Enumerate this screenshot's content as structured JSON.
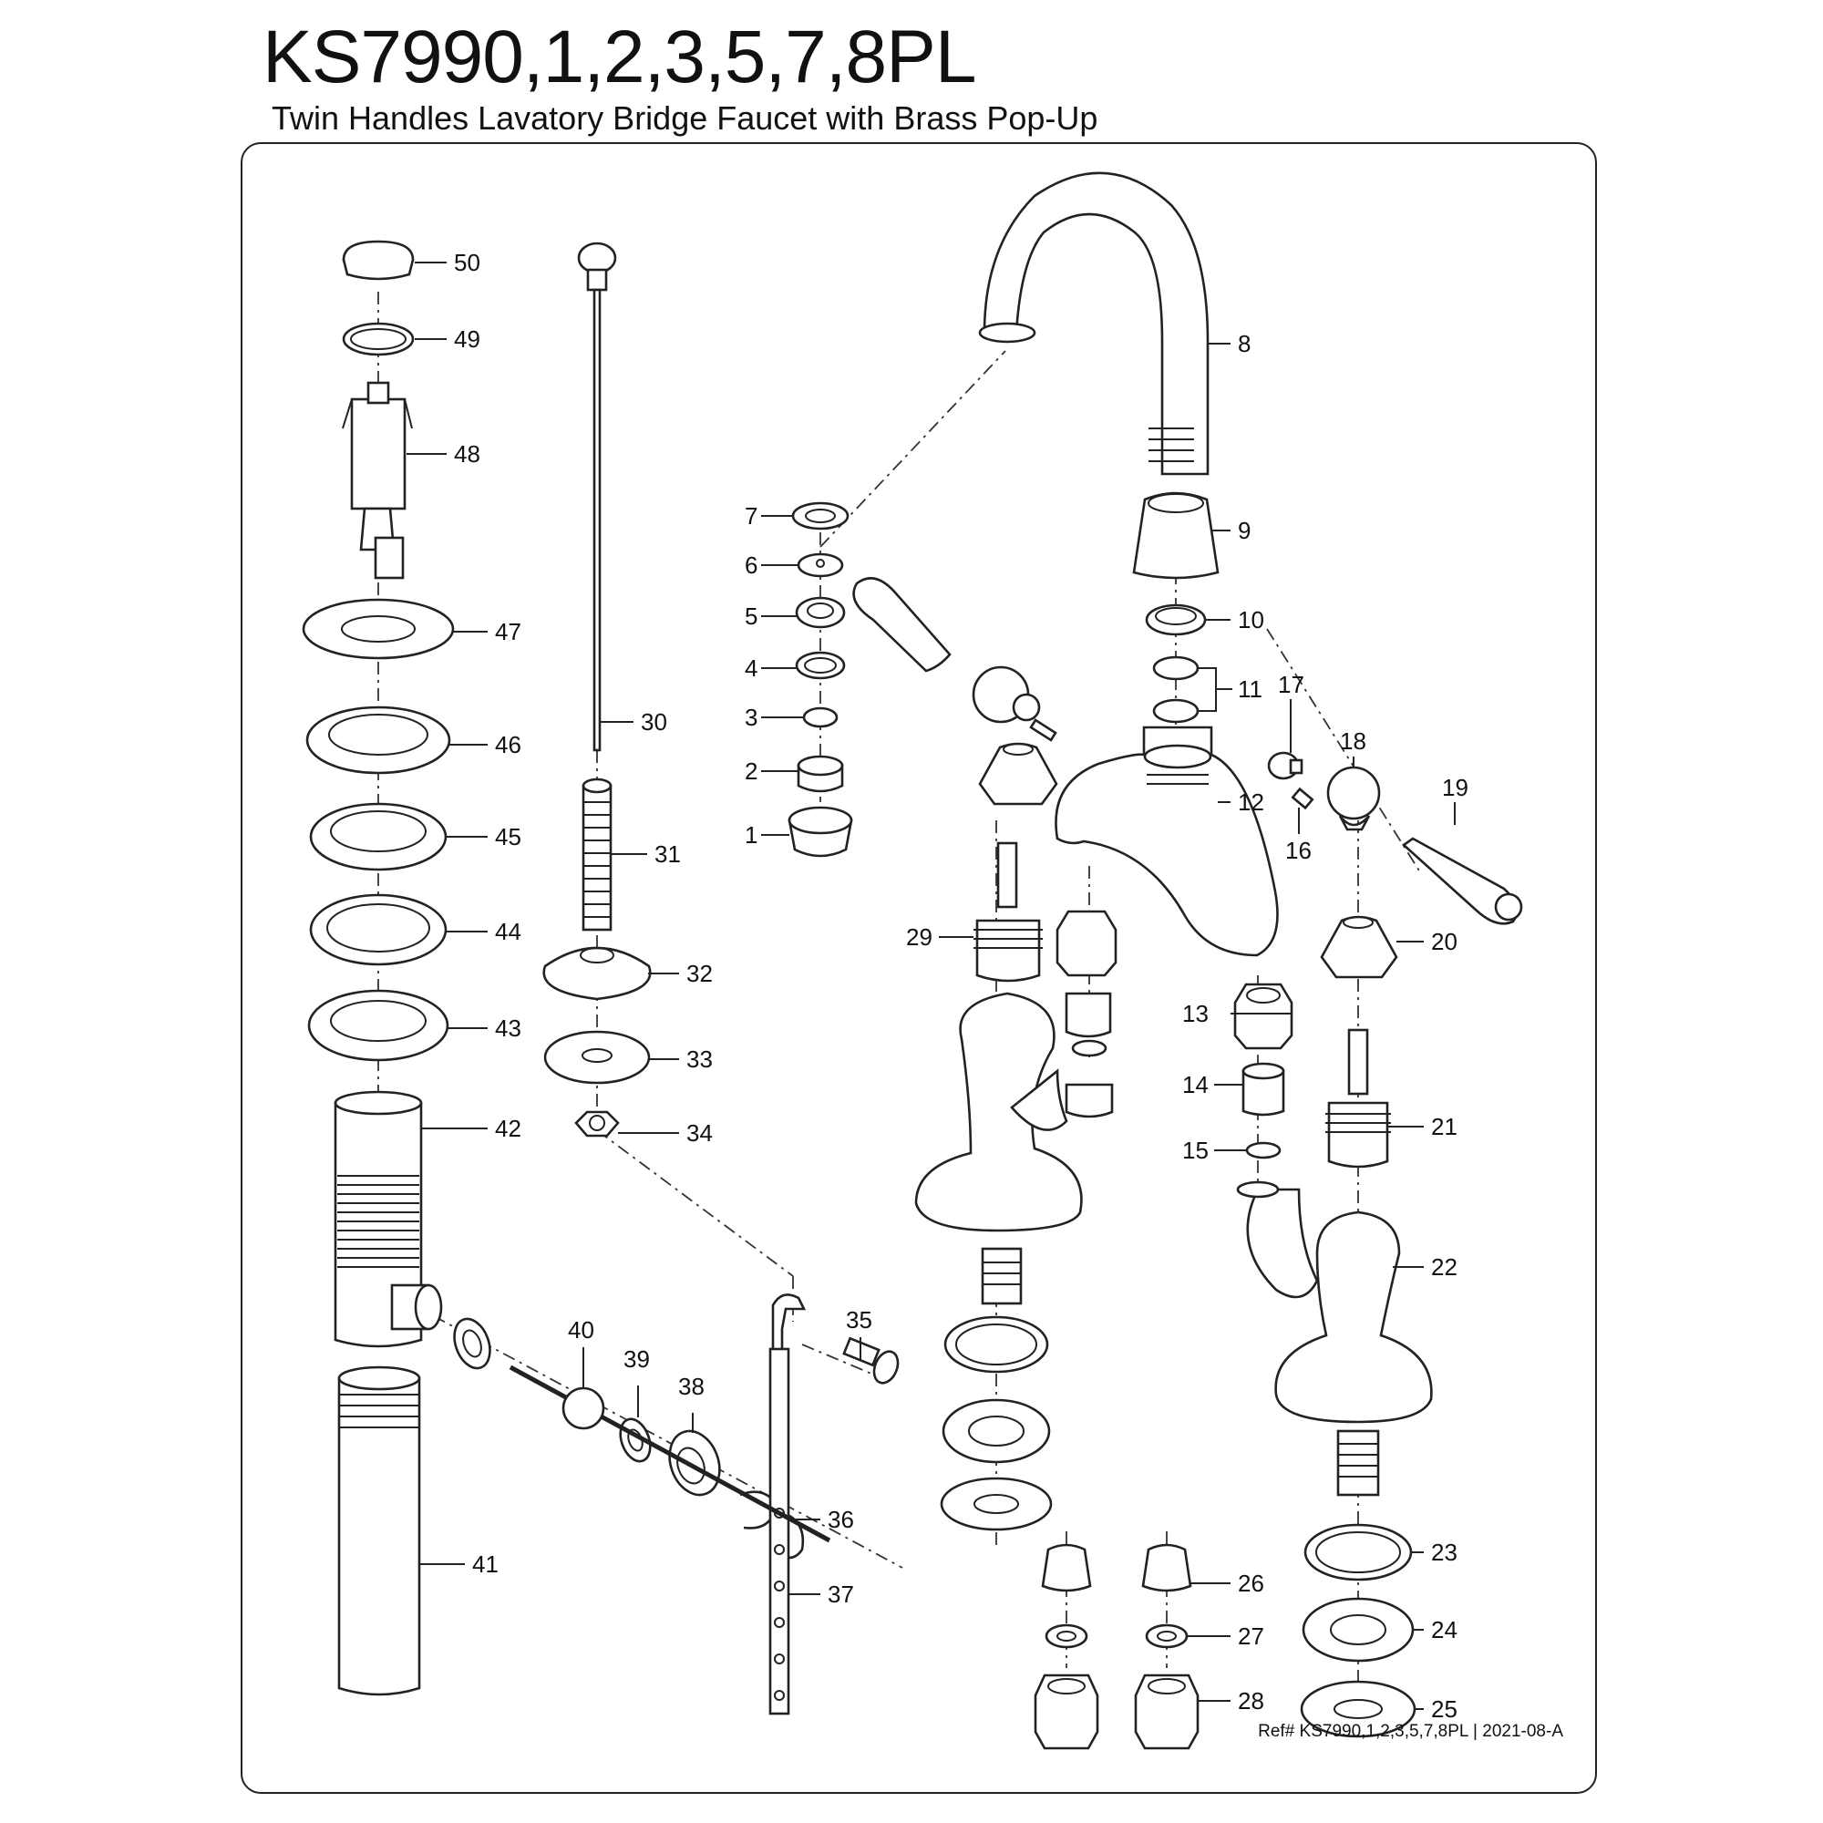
{
  "header": {
    "title": "KS7990,1,2,3,5,7,8PL",
    "subtitle": "Twin Handles Lavatory Bridge Faucet with Brass Pop-Up"
  },
  "callouts": {
    "p1": "1",
    "p2": "2",
    "p3": "3",
    "p4": "4",
    "p5": "5",
    "p6": "6",
    "p7": "7",
    "p8": "8",
    "p9": "9",
    "p10": "10",
    "p11": "11",
    "p12": "12",
    "p13": "13",
    "p14": "14",
    "p15": "15",
    "p16": "16",
    "p17": "17",
    "p18": "18",
    "p19": "19",
    "p20": "20",
    "p21": "21",
    "p22": "22",
    "p23": "23",
    "p24": "24",
    "p25": "25",
    "p26": "26",
    "p27": "27",
    "p28": "28",
    "p29": "29",
    "p30": "30",
    "p31": "31",
    "p32": "32",
    "p33": "33",
    "p34": "34",
    "p35": "35",
    "p36": "36",
    "p37": "37",
    "p38": "38",
    "p39": "39",
    "p40": "40",
    "p41": "41",
    "p42": "42",
    "p43": "43",
    "p44": "44",
    "p45": "45",
    "p46": "46",
    "p47": "47",
    "p48": "48",
    "p49": "49",
    "p50": "50"
  },
  "footer": {
    "reference": "Ref# KS7990,1,2,3,5,7,8PL | 2021-08-A"
  }
}
